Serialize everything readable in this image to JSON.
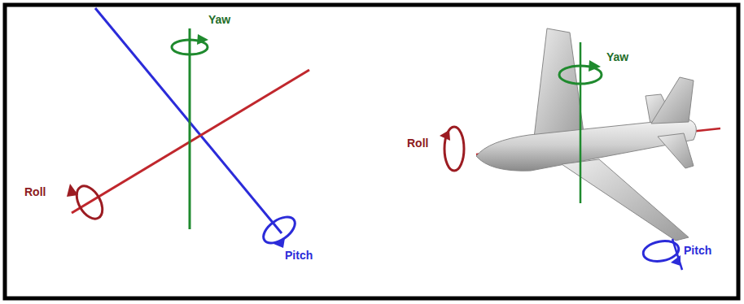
{
  "diagram": {
    "labels": [
      "Yaw",
      "Roll",
      "Pitch",
      "Yaw",
      "Roll",
      "Pitch"
    ]
  }
}
